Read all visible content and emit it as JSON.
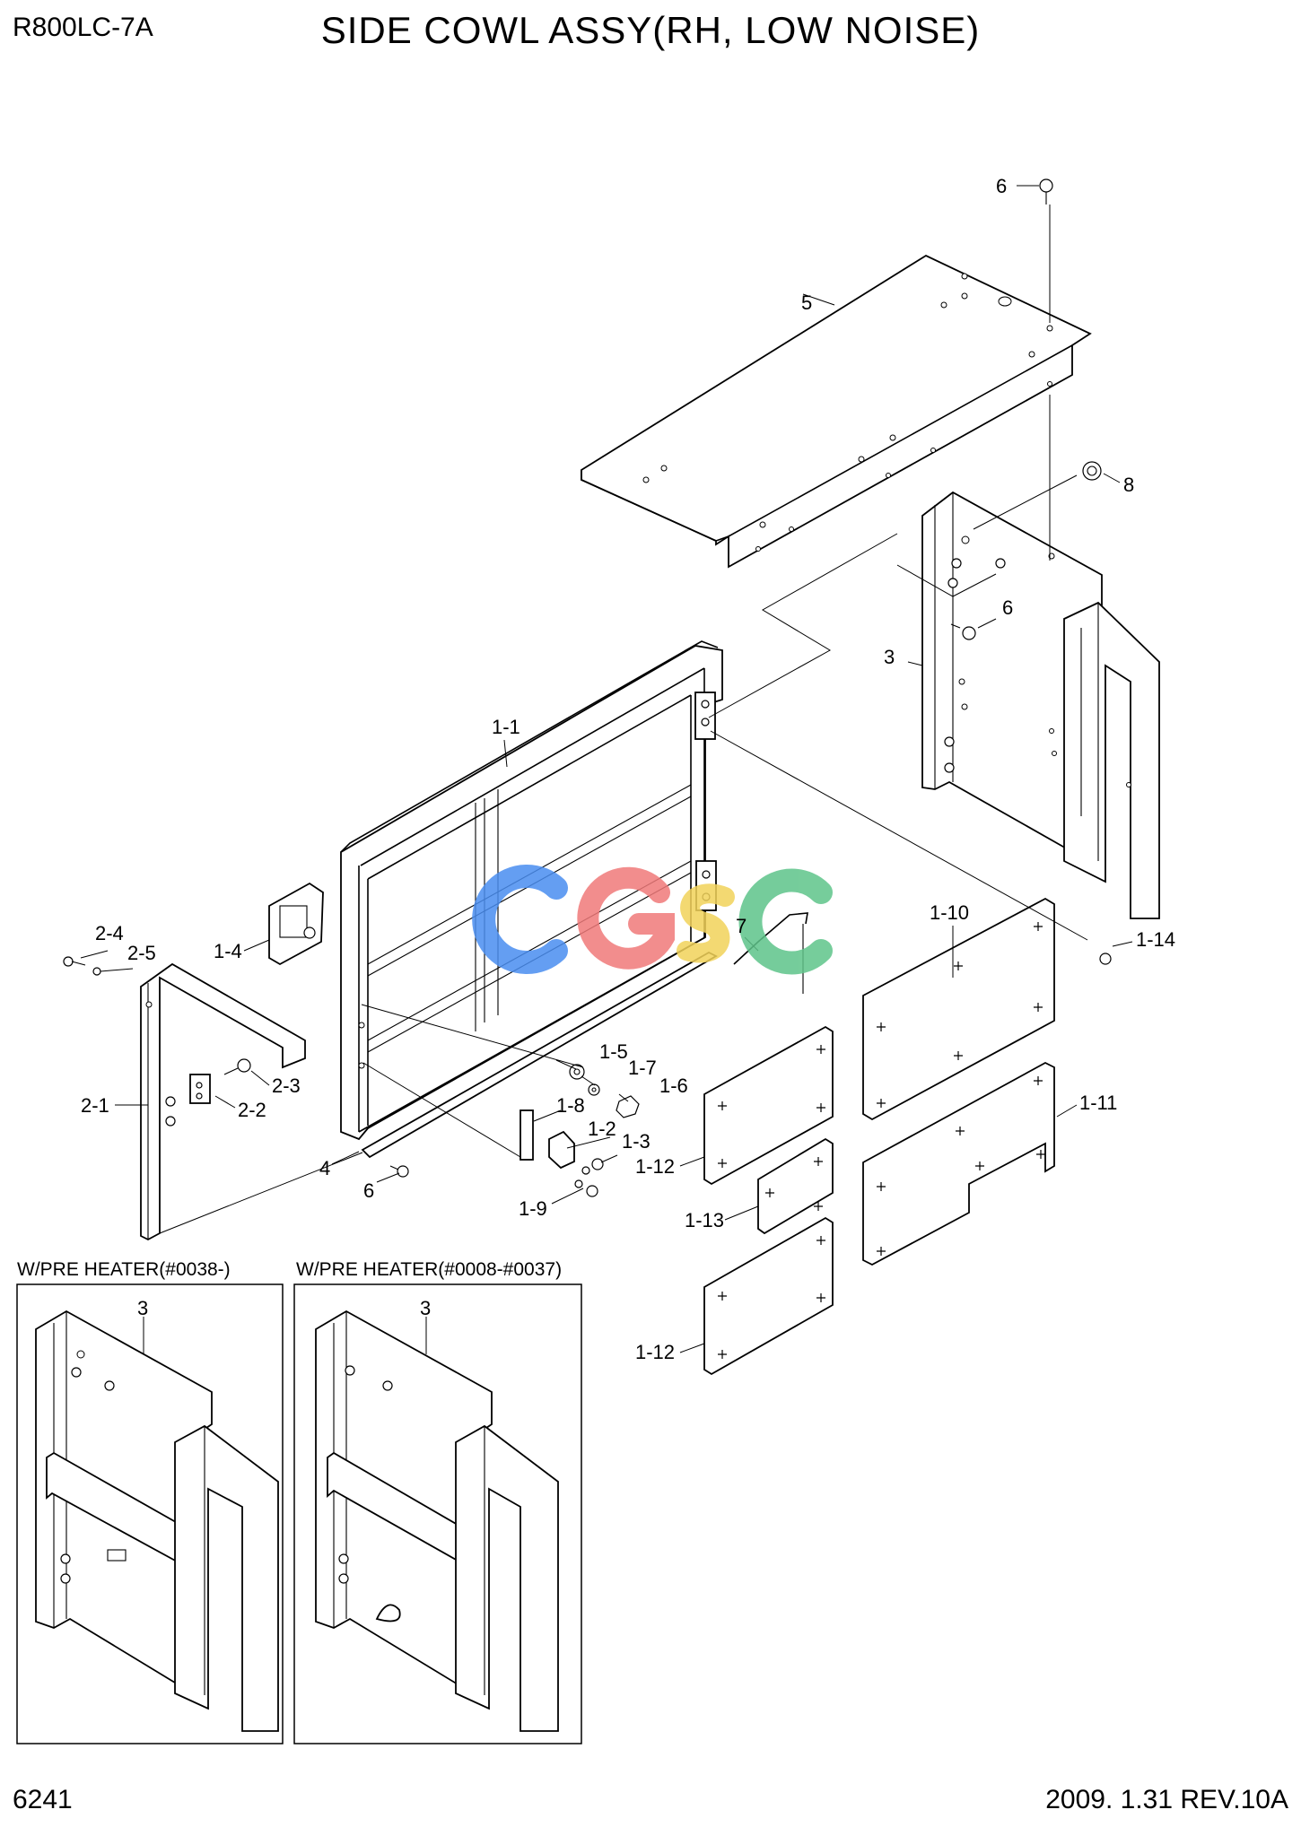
{
  "header": {
    "model": "R800LC-7A",
    "title": "SIDE COWL ASSY(RH, LOW NOISE)"
  },
  "footer": {
    "page_number": "6241",
    "revision": "2009. 1.31  REV.10A"
  },
  "watermark": {
    "text": "CGSC",
    "colors": [
      "#4a8ef0",
      "#f07a7a",
      "#f2d35a",
      "#5ec48a"
    ]
  },
  "insets": [
    {
      "title": "W/PRE HEATER(#0038-)",
      "callout": "3"
    },
    {
      "title": "W/PRE HEATER(#0008-#0037)",
      "callout": "3"
    }
  ],
  "callouts": {
    "c6_top": "6",
    "c5": "5",
    "c8": "8",
    "c6_mid": "6",
    "c3": "3",
    "c1_1": "1-1",
    "c7": "7",
    "c1_10": "1-10",
    "c1_14": "1-14",
    "c1_4": "1-4",
    "c2_4": "2-4",
    "c2_5": "2-5",
    "c2_1": "2-1",
    "c2_3": "2-3",
    "c2_2": "2-2",
    "c1_5": "1-5",
    "c1_7": "1-7",
    "c1_6": "1-6",
    "c1_8": "1-8",
    "c1_2": "1-2",
    "c1_3": "1-3",
    "c1_12a": "1-12",
    "c1_11": "1-11",
    "c4": "4",
    "c6_bot": "6",
    "c1_9": "1-9",
    "c1_13": "1-13",
    "c1_12b": "1-12"
  }
}
